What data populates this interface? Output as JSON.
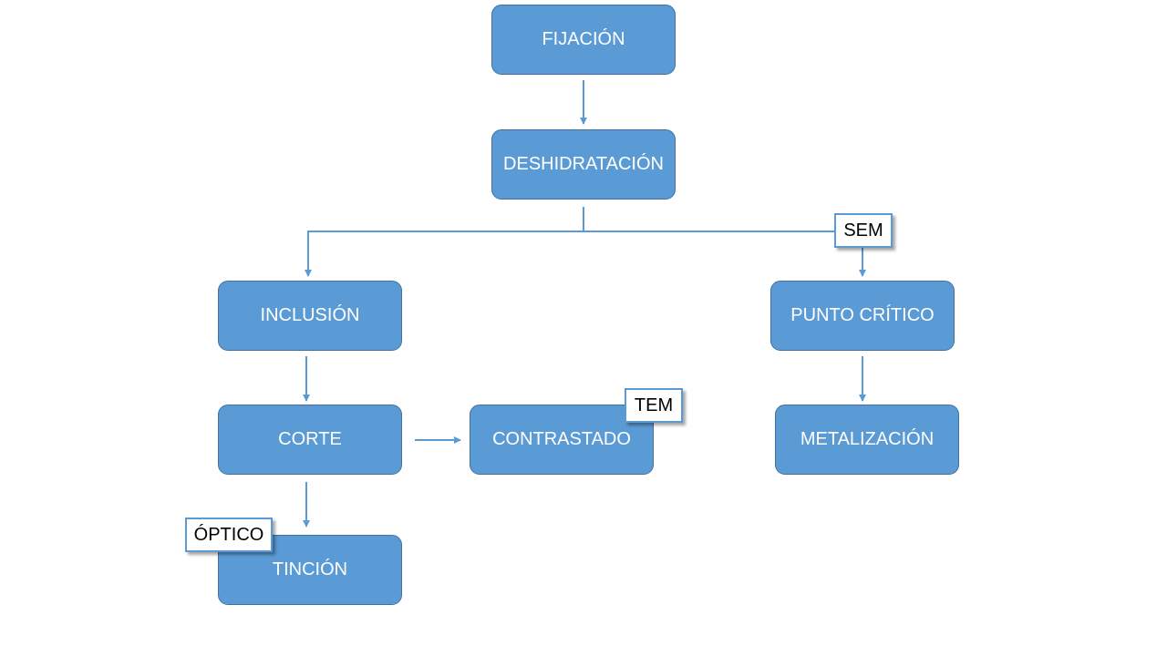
{
  "colors": {
    "node_fill": "#5b9bd5",
    "node_border": "#41719c",
    "node_text": "#ffffff",
    "connector": "#5b9bd5",
    "tag_fill": "#ffffff",
    "tag_border": "#5b9bd5",
    "tag_text": "#000000"
  },
  "nodes": {
    "fijacion": "FIJACIÓN",
    "deshidratacion": "DESHIDRATACIÓN",
    "inclusion": "INCLUSIÓN",
    "punto_critico": "PUNTO CRÍTICO",
    "corte": "CORTE",
    "contrastado": "CONTRASTADO",
    "metalizacion": "METALIZACIÓN",
    "tincion": "TINCIÓN"
  },
  "tags": {
    "sem": "SEM",
    "tem": "TEM",
    "optico": "ÓPTICO"
  },
  "edges": [
    {
      "from": "FIJACIÓN",
      "to": "DESHIDRATACIÓN"
    },
    {
      "from": "DESHIDRATACIÓN",
      "to": "INCLUSIÓN"
    },
    {
      "from": "DESHIDRATACIÓN",
      "to": "PUNTO CRÍTICO"
    },
    {
      "from": "INCLUSIÓN",
      "to": "CORTE"
    },
    {
      "from": "CORTE",
      "to": "CONTRASTADO"
    },
    {
      "from": "CORTE",
      "to": "TINCIÓN"
    },
    {
      "from": "PUNTO CRÍTICO",
      "to": "METALIZACIÓN"
    }
  ]
}
